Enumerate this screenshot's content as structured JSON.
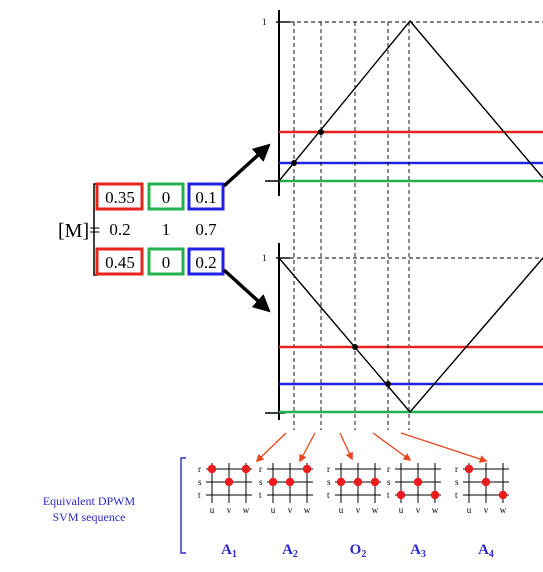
{
  "colors": {
    "red": "#e8231b",
    "green": "#22b14c",
    "blue": "#1f22e6",
    "black": "#000000",
    "label_blue": "#2a2acb",
    "dot_red": "#ee1c1c",
    "arrow_orange": "#e8451c"
  },
  "matrix": {
    "label": "[M]=",
    "rows": [
      [
        "0.35",
        "0",
        "0.1"
      ],
      [
        "0.2",
        "1",
        "0.7"
      ],
      [
        "0.45",
        "0",
        "0.2"
      ]
    ]
  },
  "plots": {
    "top": {
      "y_tick": "1",
      "levels": {
        "red": 0.35,
        "blue": 0.1,
        "green": 0
      }
    },
    "bottom": {
      "y_tick": "1",
      "levels": {
        "red": 0.45,
        "blue": 0.2,
        "green": 0
      }
    }
  },
  "sequence": {
    "title_line1": "Equivalent DPWM",
    "title_line2": "SVM sequence",
    "row_labels": [
      "r",
      "s",
      "t"
    ],
    "col_labels": [
      "u",
      "v",
      "w"
    ],
    "states": [
      {
        "name": "A",
        "sub": "1"
      },
      {
        "name": "A",
        "sub": "2"
      },
      {
        "name": "O",
        "sub": "2"
      },
      {
        "name": "A",
        "sub": "3"
      },
      {
        "name": "A",
        "sub": "4"
      }
    ]
  }
}
